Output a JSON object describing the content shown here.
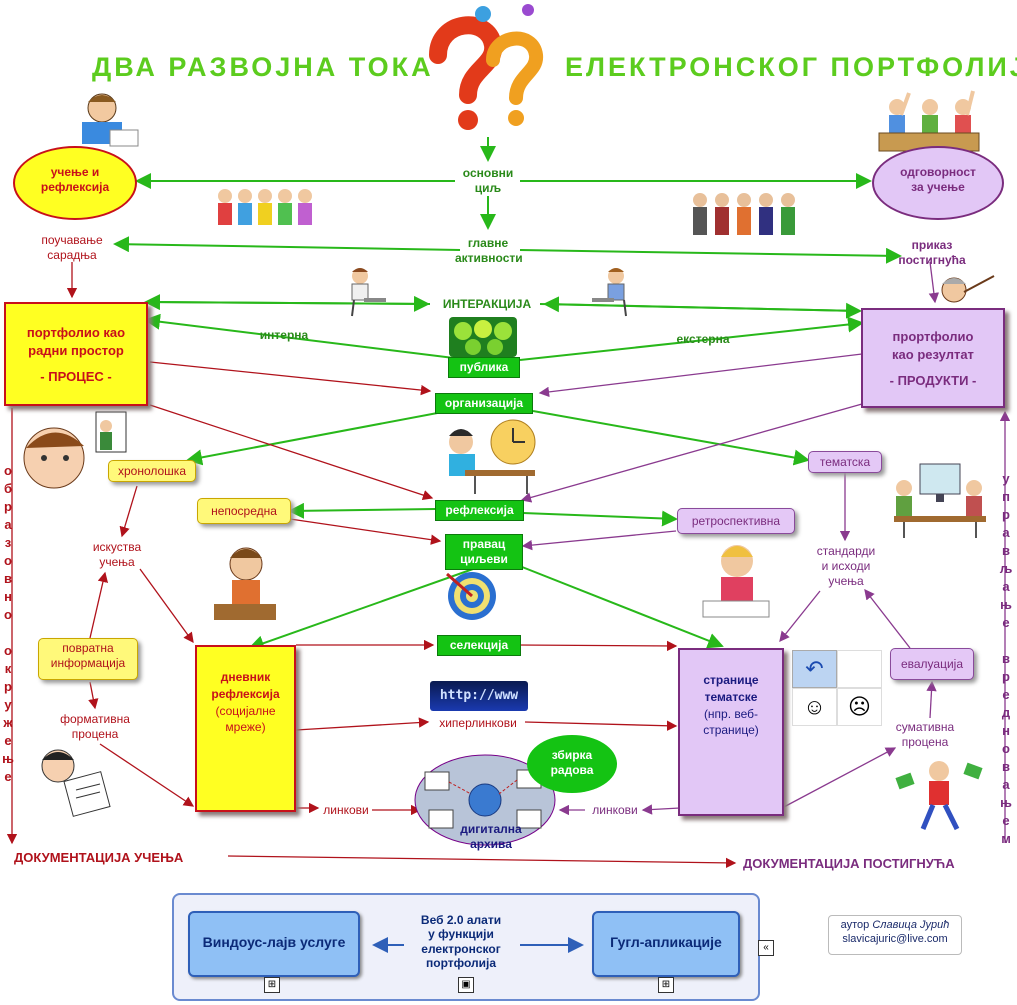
{
  "title": {
    "left": "ДВА РАЗВОЈНА ТОКА",
    "right": "ЕЛЕКТРОНСКОГ ПОРТФОЛИЈА"
  },
  "nodes": {
    "goal": "основни\nциљ",
    "learning": "учење и\nрефлексија",
    "responsibility": "одговорност\nза учење",
    "activities": "главне\nактивности",
    "teaching": "поучавање\nсарадња",
    "showing": "приказ\nпостигнућа",
    "interaction": "ИНТЕРАКЦИЈА",
    "internal": "интерна",
    "external": "екстерна",
    "public": "публика",
    "portfolio_process_title": "портфолио као\nрадни простор",
    "portfolio_process_sub": "- ПРОЦЕС -",
    "portfolio_product_title": "прортфолио\nкао резултат",
    "portfolio_product_sub": "- ПРОДУКТИ -",
    "organization": "организација",
    "chronological": "хронолошка",
    "thematic": "тематска",
    "reflection": "рефлексија",
    "immediate": "непосредна",
    "retrospective": "ретроспективна",
    "direction": "правац\nциљеви",
    "experiences": "искуства\nучења",
    "standards": "стандарди\nи исходи\nучења",
    "feedback": "повратна\nинформација",
    "formative": "формативна\nпроцена",
    "diary_title": "дневник\nрефлексија",
    "diary_sub": "(социјалне\nмреже)",
    "selection": "селекција",
    "hyperlinks": "хиперлинкови",
    "pages_title": "странице\nтематске",
    "pages_sub": "(нпр. веб-\nстранице)",
    "evaluation": "евалуација",
    "summative": "сумативна\nпроцена",
    "collection": "збирка\nрадова",
    "links_left": "линкови",
    "links_right": "линкови",
    "digital_archive": "дигитална\nархива",
    "doc_learning": "ДОКУМЕНТАЦИЈА УЧЕЊА",
    "doc_achievement": "ДОКУМЕНТАЦИЈА ПОСТИГНУЋА",
    "http_text": "http://www",
    "left_vertical": [
      "о",
      "б",
      "р",
      "а",
      "з",
      "о",
      "в",
      "н",
      "о",
      "",
      "о",
      "к",
      "р",
      "у",
      "ж",
      "е",
      "њ",
      "е"
    ],
    "right_vertical": [
      "у",
      "п",
      "р",
      "а",
      "в",
      "љ",
      "а",
      "њ",
      "е",
      "",
      "в",
      "р",
      "е",
      "д",
      "н",
      "о",
      "в",
      "а",
      "њ",
      "е",
      "м"
    ]
  },
  "bottom": {
    "windows_live": "Виндоус-лајв услуге",
    "center": "Веб 2.0 алати\nу функцији\nелектронског\nпортфолија",
    "google": "Гугл-апликације"
  },
  "author": {
    "label": "аутор",
    "name": "Славица Јурић",
    "email": "slavicajuric@live.com"
  },
  "colors": {
    "green": "#14c313",
    "title_green": "#5ccc1e",
    "red": "#b0121b",
    "purple": "#7a2c7e",
    "yellow": "#ffff22",
    "lilac": "#e2c7f6"
  }
}
